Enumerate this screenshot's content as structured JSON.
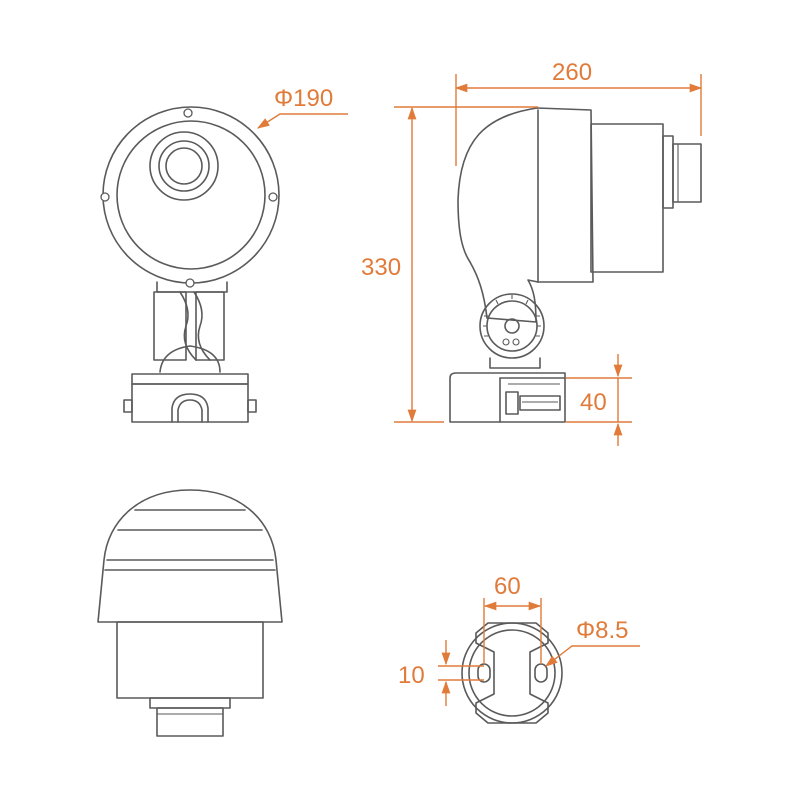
{
  "drawing": {
    "dimension_color": "#e07b3a",
    "outline_color": "#5a5a5a",
    "views": {
      "front": {
        "diameter_label": "Φ190"
      },
      "side": {
        "length_label": "260",
        "height_label": "330",
        "base_height_label": "40"
      },
      "top": {},
      "base": {
        "hole_spacing_label": "60",
        "hole_diameter_label": "Φ8.5",
        "slot_width_label": "10"
      }
    }
  }
}
